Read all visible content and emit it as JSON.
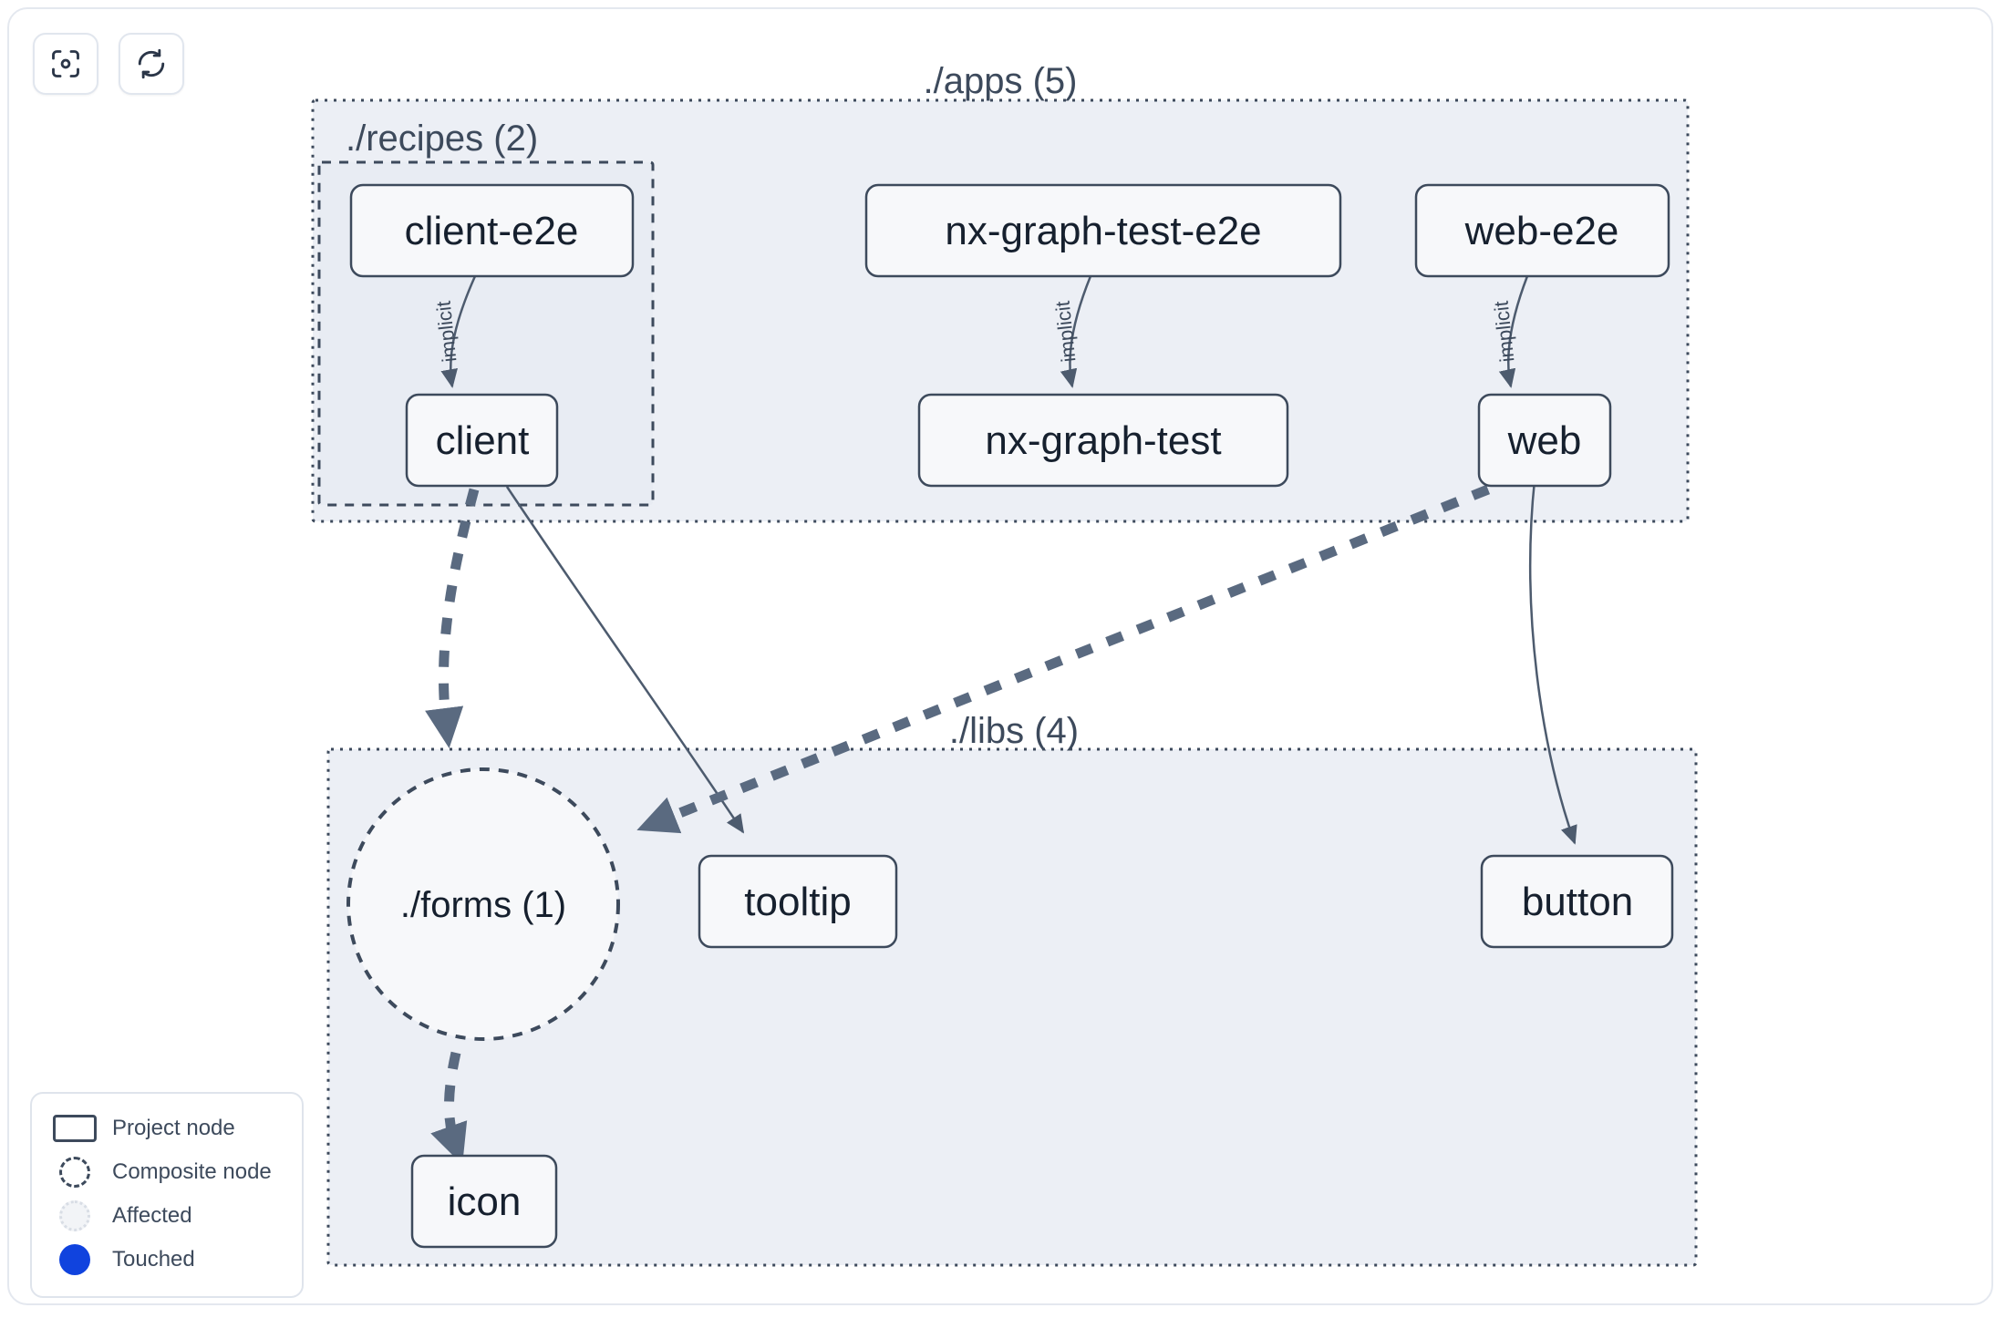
{
  "toolbar": {
    "buttons": [
      {
        "name": "focus-graph-button",
        "icon": "focus-target-icon",
        "title": "Focus graph"
      },
      {
        "name": "refresh-graph-button",
        "icon": "refresh-icon",
        "title": "Refresh graph"
      }
    ]
  },
  "groups": {
    "apps": {
      "label": "./apps (5)",
      "count": 5
    },
    "recipes": {
      "label": "./recipes (2)",
      "count": 2
    },
    "libs": {
      "label": "./libs (4)",
      "count": 4
    }
  },
  "nodes": {
    "client_e2e": {
      "label": "client-e2e",
      "type": "project",
      "group": "recipes"
    },
    "client": {
      "label": "client",
      "type": "project",
      "group": "recipes"
    },
    "nx_graph_test_e2e": {
      "label": "nx-graph-test-e2e",
      "type": "project",
      "group": "apps"
    },
    "nx_graph_test": {
      "label": "nx-graph-test",
      "type": "project",
      "group": "apps"
    },
    "web_e2e": {
      "label": "web-e2e",
      "type": "project",
      "group": "apps"
    },
    "web": {
      "label": "web",
      "type": "project",
      "group": "apps"
    },
    "forms": {
      "label": "./forms (1)",
      "type": "composite",
      "group": "libs"
    },
    "tooltip": {
      "label": "tooltip",
      "type": "project",
      "group": "libs"
    },
    "button": {
      "label": "button",
      "type": "project",
      "group": "libs"
    },
    "icon": {
      "label": "icon",
      "type": "project",
      "group": "libs"
    }
  },
  "edges": {
    "client_e2e__client": {
      "label": "implicit",
      "style": "thin",
      "source": "client-e2e",
      "target": "client"
    },
    "nx_e2e__nx": {
      "label": "implicit",
      "style": "thin",
      "source": "nx-graph-test-e2e",
      "target": "nx-graph-test"
    },
    "web_e2e__web": {
      "label": "implicit",
      "style": "thin",
      "source": "web-e2e",
      "target": "web"
    },
    "client__forms": {
      "label": "",
      "style": "thick-dashed",
      "source": "client",
      "target": "./forms (1)"
    },
    "client__tooltip": {
      "label": "",
      "style": "thin",
      "source": "client",
      "target": "tooltip"
    },
    "web__forms": {
      "label": "",
      "style": "thick-dashed",
      "source": "web",
      "target": "./forms (1)"
    },
    "web__button": {
      "label": "",
      "style": "thin",
      "source": "web",
      "target": "button"
    },
    "forms__icon": {
      "label": "",
      "style": "thick-dashed",
      "source": "./forms (1)",
      "target": "icon"
    }
  },
  "legend": {
    "items": [
      {
        "key": "project-node",
        "label": "Project node",
        "swatch": "rect-outline"
      },
      {
        "key": "composite-node",
        "label": "Composite node",
        "swatch": "circle-dashed"
      },
      {
        "key": "affected",
        "label": "Affected",
        "swatch": "circle-dotted-light"
      },
      {
        "key": "touched",
        "label": "Touched",
        "swatch": "circle-filled-blue"
      }
    ]
  },
  "colors": {
    "group_fill": "#eceff5",
    "node_fill": "#f7f8fa",
    "stroke": "#3d4a5c",
    "edge": "#4d5b6e",
    "edge_thick": "#5a6a80",
    "touched": "#1043de",
    "card_border": "#e4e8ef"
  }
}
